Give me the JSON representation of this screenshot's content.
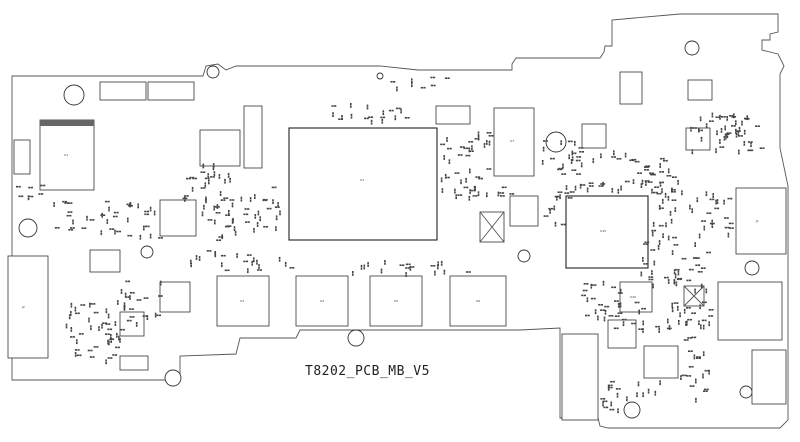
{
  "board": {
    "title": "T8202_PCB_MB_V5",
    "refdes": {
      "cpu": "U1",
      "pch": "U15",
      "mem1": "U3",
      "mem2": "U4",
      "mem3": "U5",
      "mem4": "U6",
      "mem5": "U7",
      "left_cap": "C1",
      "right_conn": "J1",
      "left_conn": "J2",
      "ec": "U20"
    }
  }
}
